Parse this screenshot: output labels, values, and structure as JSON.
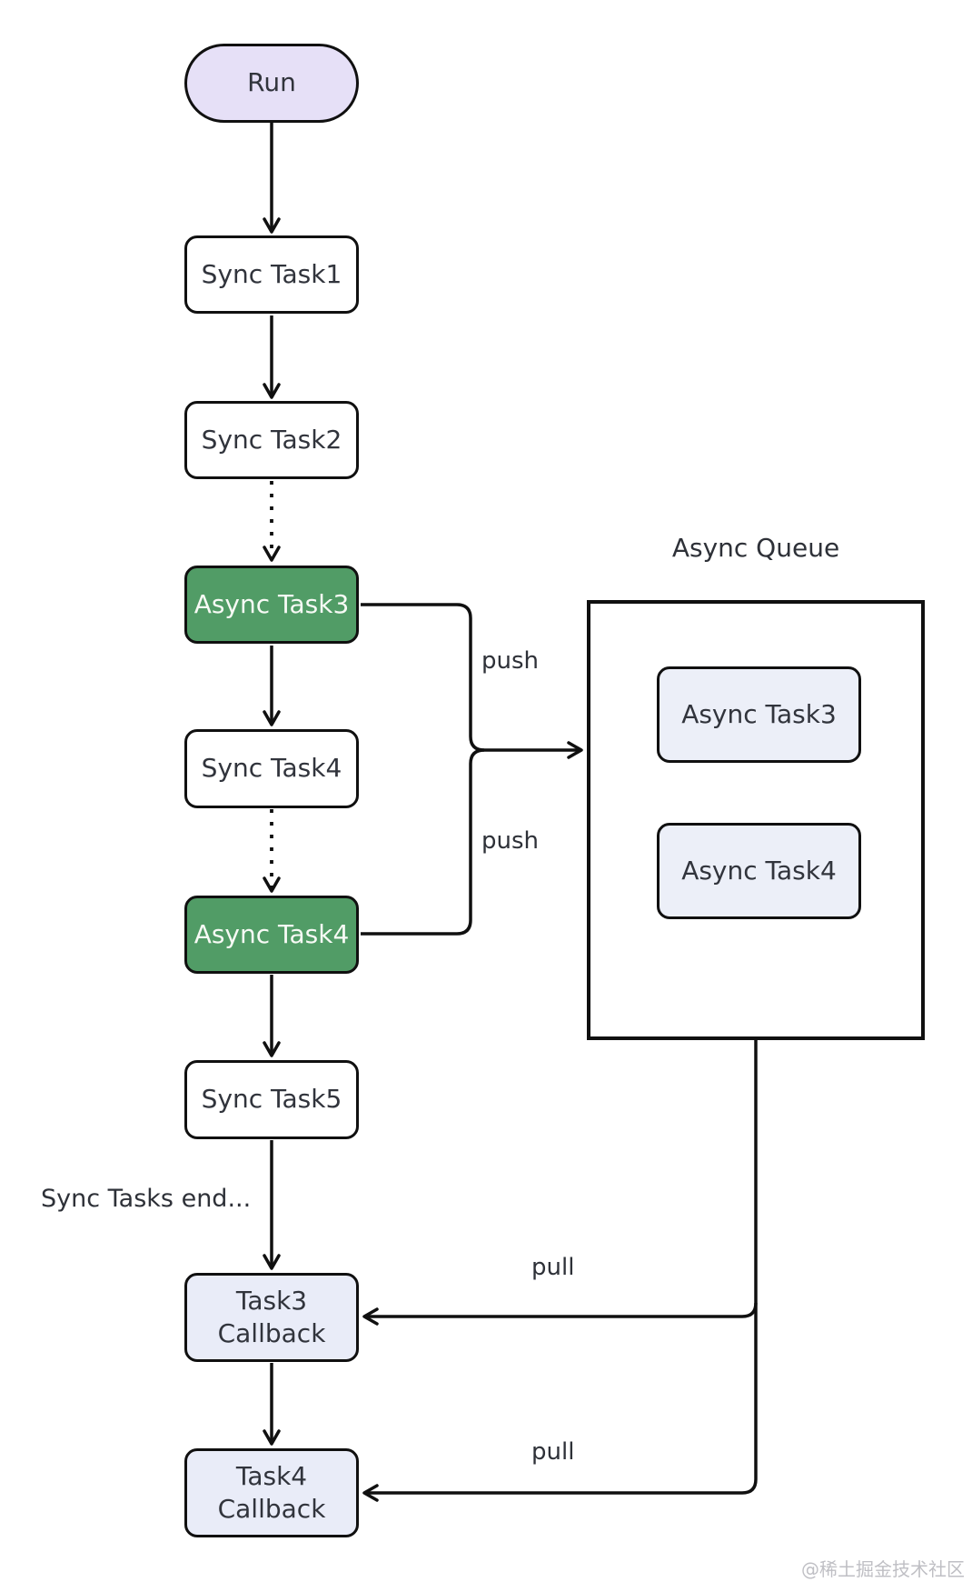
{
  "diagram": {
    "queue_title": "Async Queue",
    "nodes": {
      "run": "Run",
      "sync1": "Sync Task1",
      "sync2": "Sync Task2",
      "async3": "Async Task3",
      "sync4": "Sync Task4",
      "async4": "Async Task4",
      "sync5": "Sync Task5",
      "cb3_line1": "Task3",
      "cb3_line2": "Callback",
      "cb4_line1": "Task4",
      "cb4_line2": "Callback",
      "queue_item1": "Async Task3",
      "queue_item2": "Async Task4"
    },
    "labels": {
      "push1": "push",
      "push2": "push",
      "pull1": "pull",
      "pull2": "pull",
      "sync_end": "Sync Tasks end..."
    },
    "watermark": "@稀土掘金技术社区",
    "colors": {
      "green": "#519c66",
      "lavender": "#e6e0f7",
      "light_blue": "#eceff8",
      "callback_fill": "#e9ecf8",
      "stroke": "#101010",
      "watermark_gray": "#bfbfc4"
    }
  }
}
